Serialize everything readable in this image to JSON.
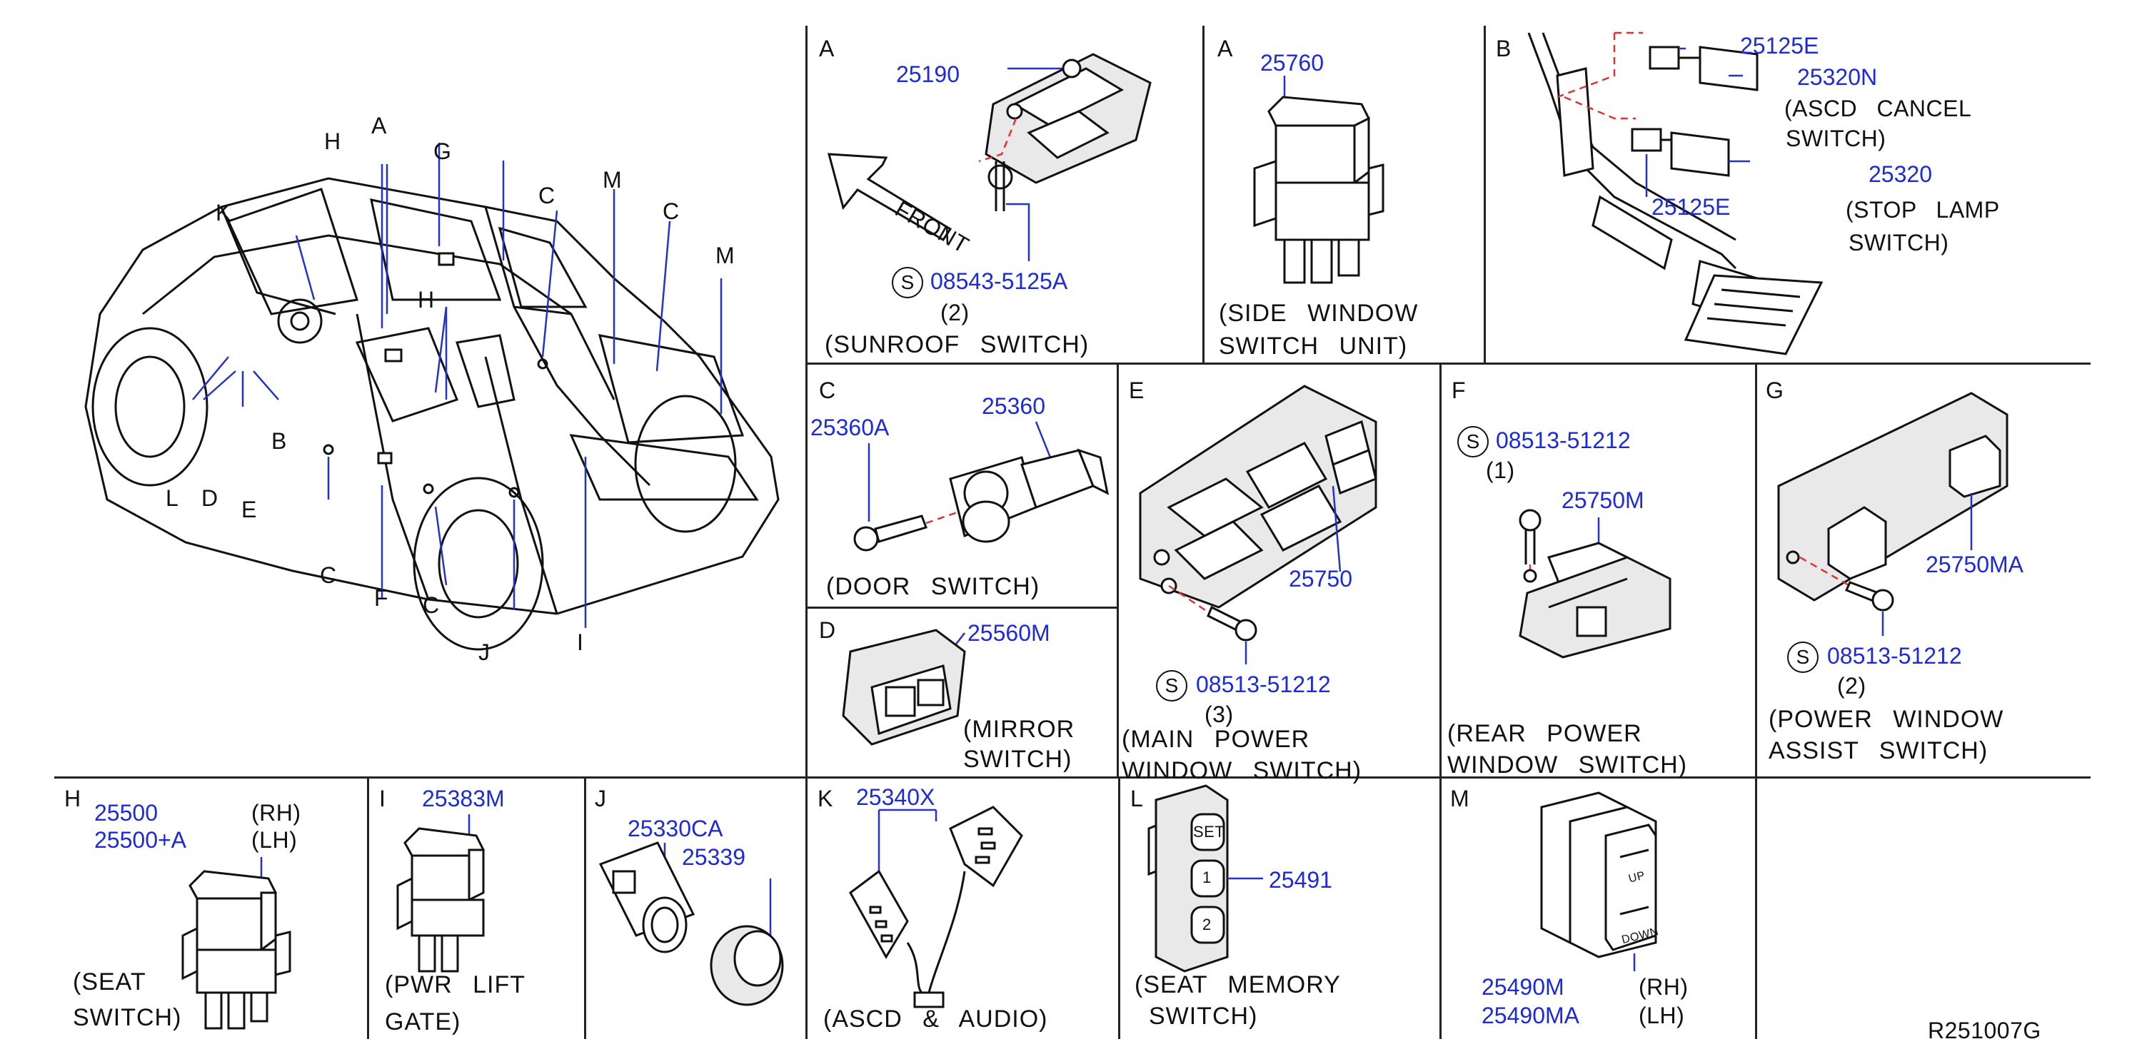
{
  "diagram_id": "R251007G",
  "vehicle": {
    "callouts": [
      "A",
      "H",
      "G",
      "K",
      "C",
      "M",
      "C",
      "M",
      "H",
      "B",
      "L",
      "D",
      "E",
      "C",
      "F",
      "C",
      "J",
      "I"
    ]
  },
  "panels": {
    "A_sunroof": {
      "letter": "A",
      "parts": [
        "25190",
        "08543-5125A"
      ],
      "qty": "(2)",
      "front_label": "FRONT",
      "caption": "(SUNROOF  SWITCH)"
    },
    "A_side_window": {
      "letter": "A",
      "parts": [
        "25760"
      ],
      "caption_line1": "(SIDE  WINDOW",
      "caption_line2": "SWITCH  UNIT)"
    },
    "B": {
      "letter": "B",
      "parts": [
        "25125E",
        "25320N",
        "25320",
        "25125E"
      ],
      "caption_asc1": "(ASCD  CANCEL",
      "caption_asc2": "SWITCH)",
      "caption_stop1": "(STOP  LAMP",
      "caption_stop2": "SWITCH)"
    },
    "C": {
      "letter": "C",
      "parts": [
        "25360A",
        "25360"
      ],
      "caption": "(DOOR  SWITCH)"
    },
    "D": {
      "letter": "D",
      "parts": [
        "25560M"
      ],
      "caption_line1": "(MIRROR",
      "caption_line2": "SWITCH)"
    },
    "E": {
      "letter": "E",
      "parts": [
        "25750",
        "08513-51212"
      ],
      "qty": "(3)",
      "caption_line1": "(MAIN  POWER",
      "caption_line2": "WINDOW  SWITCH)"
    },
    "F": {
      "letter": "F",
      "parts": [
        "08513-51212",
        "25750M"
      ],
      "qty": "(1)",
      "caption_line1": "(REAR  POWER",
      "caption_line2": "WINDOW  SWITCH)"
    },
    "G": {
      "letter": "G",
      "parts": [
        "25750MA",
        "08513-51212"
      ],
      "qty": "(2)",
      "caption_line1": "(POWER  WINDOW",
      "caption_line2": "ASSIST  SWITCH)"
    },
    "H": {
      "letter": "H",
      "parts": [
        "25500",
        "25500+A"
      ],
      "side": [
        "(RH)",
        "(LH)"
      ],
      "caption_line1": "(SEAT",
      "caption_line2": "SWITCH)"
    },
    "I": {
      "letter": "I",
      "parts": [
        "25383M"
      ],
      "caption_line1": "(PWR  LIFT",
      "caption_line2": "GATE)"
    },
    "J": {
      "letter": "J",
      "parts": [
        "25330CA",
        "25339"
      ]
    },
    "K": {
      "letter": "K",
      "parts": [
        "25340X"
      ],
      "caption": "(ASCD  &  AUDIO)"
    },
    "L": {
      "letter": "L",
      "parts": [
        "25491"
      ],
      "buttons": [
        "SET",
        "1",
        "2"
      ],
      "caption_line1": "(SEAT  MEMORY",
      "caption_line2": "SWITCH)"
    },
    "M": {
      "letter": "M",
      "parts": [
        "25490M",
        "25490MA"
      ],
      "side": [
        "(RH)",
        "(LH)"
      ],
      "switch_labels": [
        "UP",
        "DOWN"
      ]
    }
  },
  "symbol_s": "S"
}
